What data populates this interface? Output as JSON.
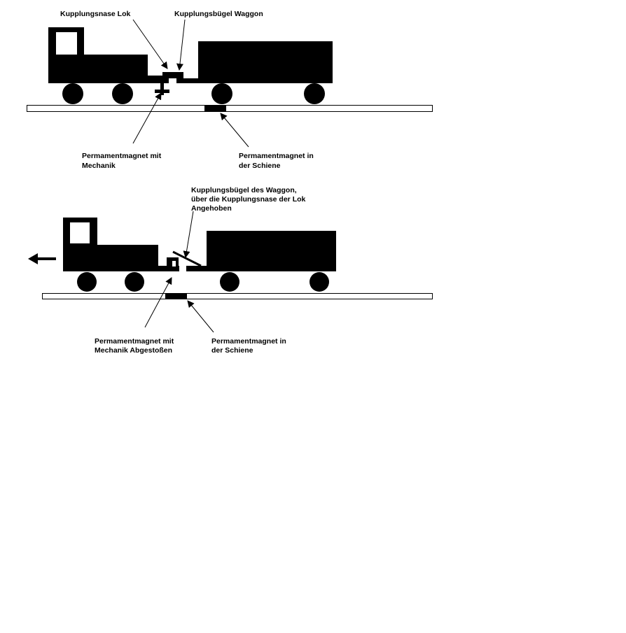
{
  "diagram_top": {
    "label_coupling_nose": "Kupplungsnase Lok",
    "label_coupling_bracket": "Kupplungsbügel Waggon",
    "label_magnet_mechanics": [
      "Permamentmagnet mit",
      "Mechanik"
    ],
    "label_rail_magnet": [
      "Permamentmagnet in",
      "der Schiene"
    ]
  },
  "diagram_bottom": {
    "label_bracket_raised": [
      "Kupplungsbügel des Waggon,",
      "über die Kupplungsnase der Lok",
      "Angehoben"
    ],
    "label_magnet_repelled": [
      "Permamentmagnet mit",
      "Mechanik Abgestoßen"
    ],
    "label_rail_magnet": [
      "Permamentmagnet in",
      "der Schiene"
    ]
  },
  "colors": {
    "fill": "#000000",
    "background": "#ffffff"
  }
}
